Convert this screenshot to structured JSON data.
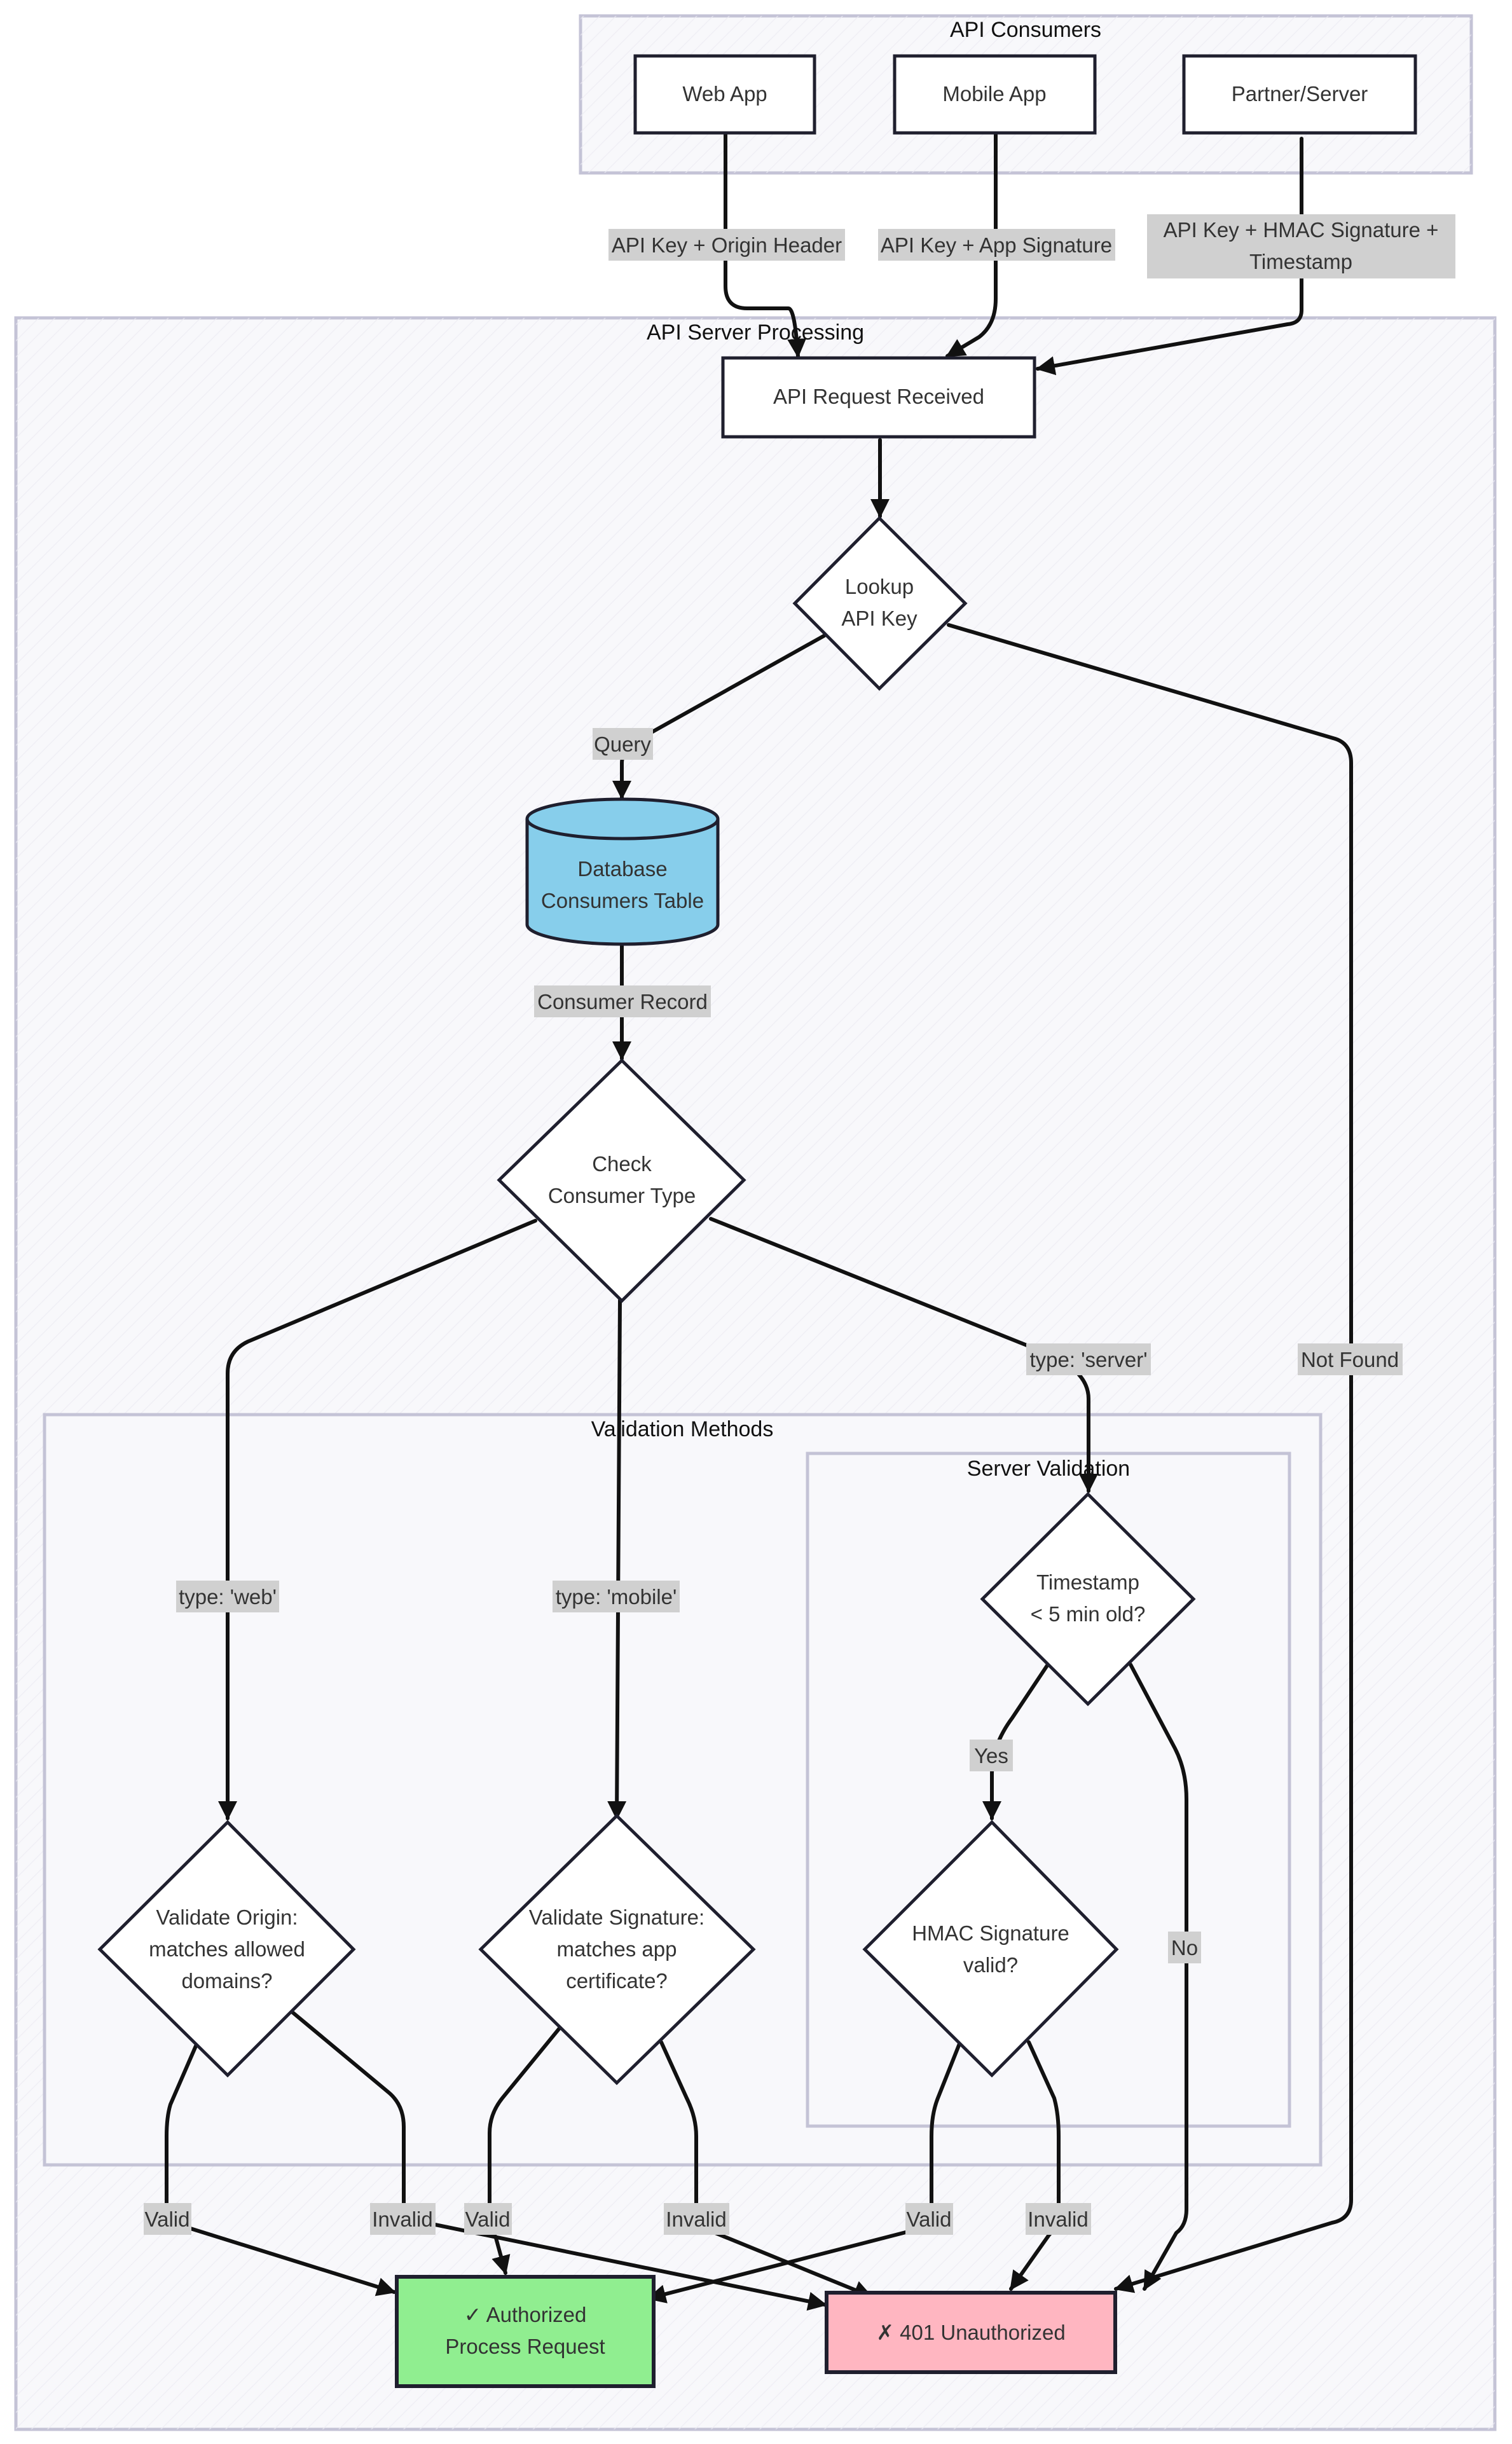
{
  "colors": {
    "frame_fill": "#f8f8fb",
    "frame_stroke": "#c4c3d6",
    "node_stroke": "#1f1f2e",
    "database_fill": "#87ceeb",
    "authorized_fill": "#90ee90",
    "unauthorized_fill": "#ffb6c1",
    "edge_label_bg": "#d0d0d0"
  },
  "groups": {
    "consumers": {
      "title": "API Consumers"
    },
    "server": {
      "title": "API Server Processing"
    },
    "validation": {
      "title": "Validation Methods"
    },
    "server_validation": {
      "title": "Server Validation"
    }
  },
  "nodes": {
    "web_app": {
      "label": "Web App"
    },
    "mobile_app": {
      "label": "Mobile App"
    },
    "partner_server": {
      "label": "Partner/Server"
    },
    "api_request": {
      "label": "API Request Received"
    },
    "lookup": {
      "line1": "Lookup",
      "line2": "API Key"
    },
    "database": {
      "line1": "Database",
      "line2": "Consumers Table"
    },
    "check_type": {
      "line1": "Check",
      "line2": "Consumer Type"
    },
    "validate_origin": {
      "line1": "Validate Origin:",
      "line2": "matches allowed",
      "line3": "domains?"
    },
    "validate_signature": {
      "line1": "Validate Signature:",
      "line2": "matches app",
      "line3": "certificate?"
    },
    "timestamp": {
      "line1": "Timestamp",
      "line2": "< 5 min old?"
    },
    "hmac": {
      "line1": "HMAC Signature",
      "line2": "valid?"
    },
    "authorized": {
      "line1": "✓ Authorized",
      "line2": "Process Request"
    },
    "unauthorized": {
      "label": "✗ 401 Unauthorized"
    }
  },
  "edges": {
    "web_to_request": "API Key + Origin Header",
    "mobile_to_request": "API Key + App Signature",
    "partner_to_request_line1": "API Key + HMAC Signature +",
    "partner_to_request_line2": "Timestamp",
    "lookup_query": "Query",
    "lookup_not_found": "Not Found",
    "db_record": "Consumer Record",
    "type_web": "type: 'web'",
    "type_mobile": "type: 'mobile'",
    "type_server": "type: 'server'",
    "timestamp_yes": "Yes",
    "timestamp_no": "No",
    "origin_valid": "Valid",
    "origin_invalid": "Invalid",
    "signature_valid": "Valid",
    "signature_invalid": "Invalid",
    "hmac_valid": "Valid",
    "hmac_invalid": "Invalid"
  }
}
